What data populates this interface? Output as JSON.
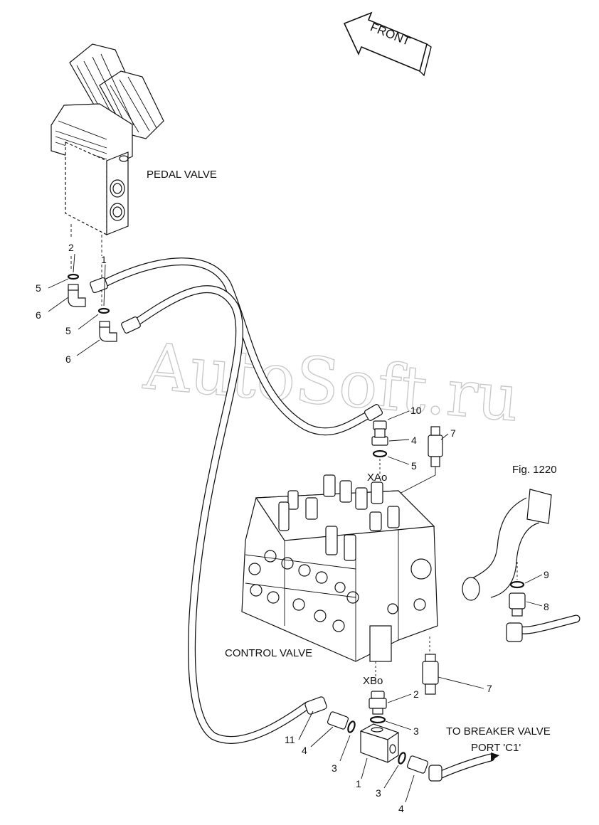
{
  "labels": {
    "front": "FRONT",
    "pedal_valve": "PEDAL VALVE",
    "control_valve": "CONTROL VALVE",
    "fig_ref": "Fig. 1220",
    "xao": "XAo",
    "xbo": "XBo",
    "breaker_line1": "TO BREAKER VALVE",
    "breaker_line2": "PORT 'C1'"
  },
  "watermark": "AutoSoft.ru",
  "callouts": {
    "pedal_2": "2",
    "pedal_1": "1",
    "pedal_5a": "5",
    "pedal_6a": "6",
    "pedal_5b": "5",
    "pedal_6b": "6",
    "xao_10": "10",
    "xao_4": "4",
    "xao_5": "5",
    "xao_7": "7",
    "right_9": "9",
    "right_8": "8",
    "lower_7": "7",
    "xbo_2": "2",
    "xbo_3": "3",
    "bottom_11": "11",
    "bottom_4a": "4",
    "bottom_3a": "3",
    "bottom_1": "1",
    "bottom_3b": "3",
    "bottom_4b": "4"
  }
}
